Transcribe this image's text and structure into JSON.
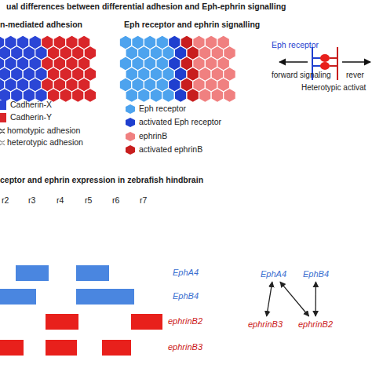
{
  "diagram": {
    "title": "ual differences between differential adhesion and Eph-ephrin signalling",
    "nodes": [
      {
        "text": [
          "EphA4"
        ]
      },
      {
        "text": [
          "EphB4"
        ]
      },
      {
        "text": [
          "ephrinB3"
        ]
      },
      {
        "text": [
          "ephrinB2"
        ]
      }
    ],
    "edges": [
      {
        "from": 0,
        "to": 2,
        "arrow": "both"
      },
      {
        "from": 0,
        "to": 3,
        "arrow": "both"
      },
      {
        "from": 1,
        "to": 3,
        "arrow": "both"
      }
    ],
    "labels": [
      "n-mediated adhesion",
      "Eph receptor and ephrin signalling",
      "Eph receptor",
      "forward signaling",
      "rever",
      "Heterotypic activat",
      "ceptor and ephrin expression in zebrafish hindbrain",
      "r2",
      "r3",
      "r4",
      "r5",
      "r6",
      "r7",
      "EphA4",
      "EphB4",
      "ephrinB2",
      "ephrinB3"
    ],
    "legend": [
      {
        "text": "Cadherin-X",
        "color": "#2b46d6"
      },
      {
        "text": "Cadherin-Y",
        "color": "#d9262a"
      },
      {
        "text": "homotypic adhesion"
      },
      {
        "text": "heterotypic adhesion"
      },
      {
        "text": "Eph receptor",
        "color": "#4da3ee"
      },
      {
        "text": "activated Eph receptor",
        "color": "#1f3fcf"
      },
      {
        "text": "ephrinB",
        "color": "#f08080"
      },
      {
        "text": "activated ephrinB",
        "color": "#c81e1e"
      }
    ]
  }
}
